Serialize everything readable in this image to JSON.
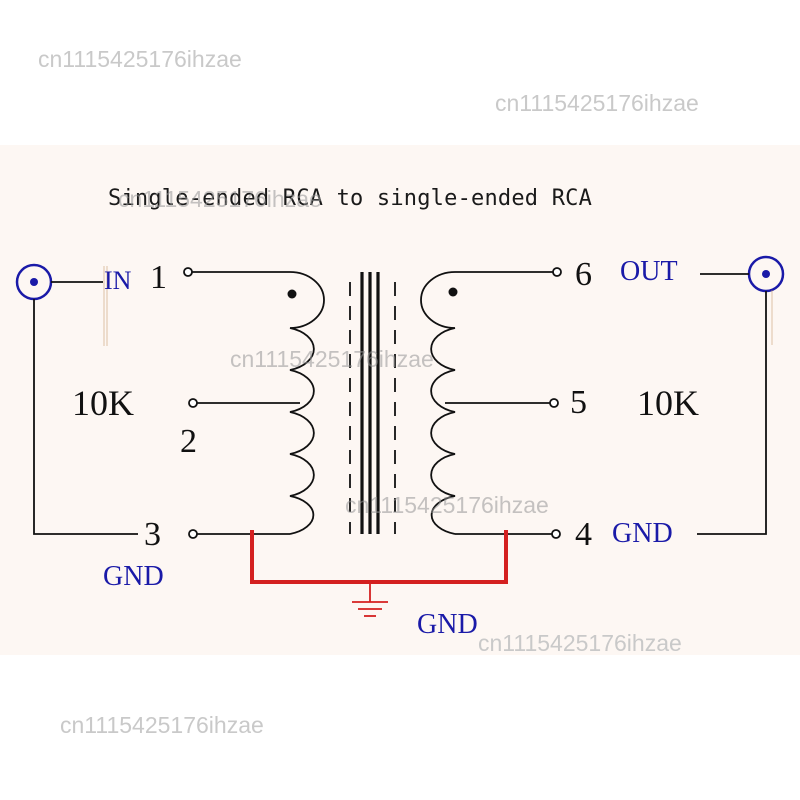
{
  "watermark": "cn1115425176ihzae",
  "title": "Single-ended RCA to single-ended RCA",
  "primary": {
    "in_label": "IN",
    "gnd_label": "GND",
    "impedance": "10K",
    "pins": [
      "1",
      "2",
      "3"
    ]
  },
  "secondary": {
    "out_label": "OUT",
    "gnd_label": "GND",
    "impedance": "10K",
    "pins": [
      "6",
      "5",
      "4"
    ]
  },
  "ground_label": "GND",
  "colors": {
    "wire": "#111111",
    "label_blue": "#1a1aa8",
    "ground_bus": "#d42020",
    "rca_blue": "#1a1aa8",
    "watermark": "#c9c9c9"
  },
  "icons": [
    "rca-jack-icon",
    "transformer-core-icon",
    "ground-symbol-icon"
  ]
}
